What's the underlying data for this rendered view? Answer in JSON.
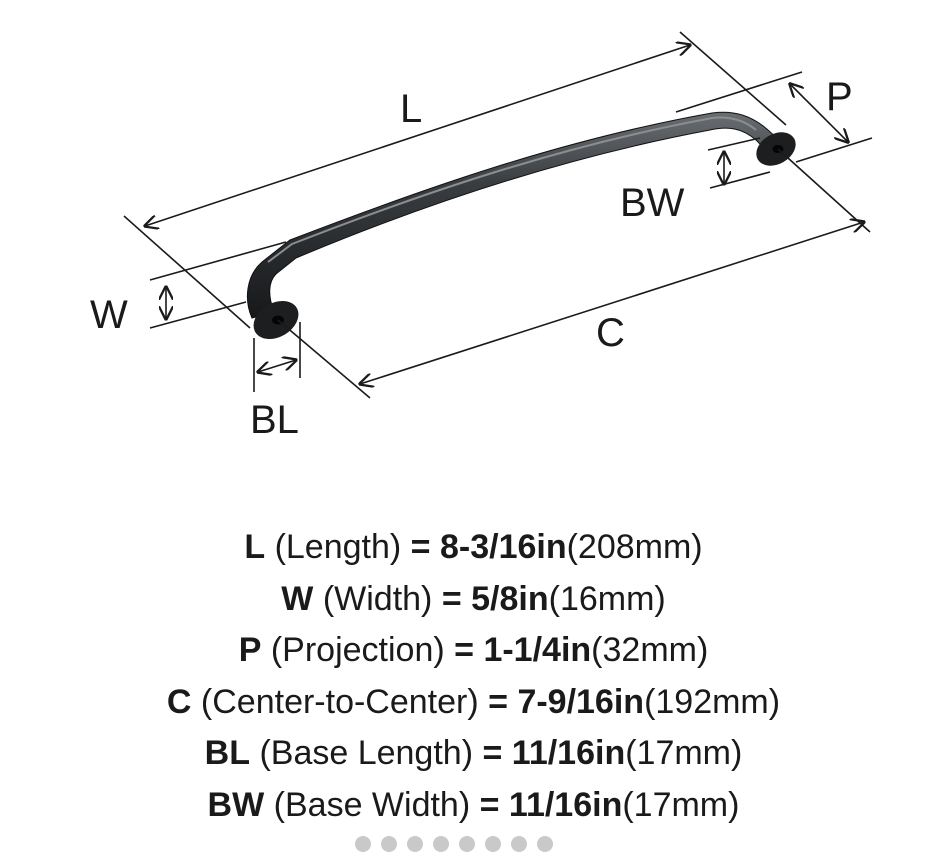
{
  "labels": {
    "length": "L",
    "projection": "P",
    "base_width": "BW",
    "width": "W",
    "center": "C",
    "base_length": "BL"
  },
  "specs": [
    {
      "code": "L",
      "desc": "(Length)",
      "eq": "=",
      "imperial": "8-3/16in",
      "metric": "(208mm)"
    },
    {
      "code": "W",
      "desc": "(Width)",
      "eq": "=",
      "imperial": "5/8in",
      "metric": "(16mm)"
    },
    {
      "code": "P",
      "desc": "(Projection)",
      "eq": "=",
      "imperial": "1-1/4in",
      "metric": "(32mm)"
    },
    {
      "code": "C",
      "desc": "(Center-to-Center)",
      "eq": "=",
      "imperial": "7-9/16in",
      "metric": "(192mm)"
    },
    {
      "code": "BL",
      "desc": "(Base Length)",
      "eq": "=",
      "imperial": "11/16in",
      "metric": "(17mm)"
    },
    {
      "code": "BW",
      "desc": "(Base Width)",
      "eq": "=",
      "imperial": "11/16in",
      "metric": "(17mm)"
    }
  ],
  "colors": {
    "ink": "#1a1a1a",
    "handle_dark": "#1c1e20",
    "handle_mid": "#3a3d40",
    "handle_highlight": "#6a6e72"
  }
}
